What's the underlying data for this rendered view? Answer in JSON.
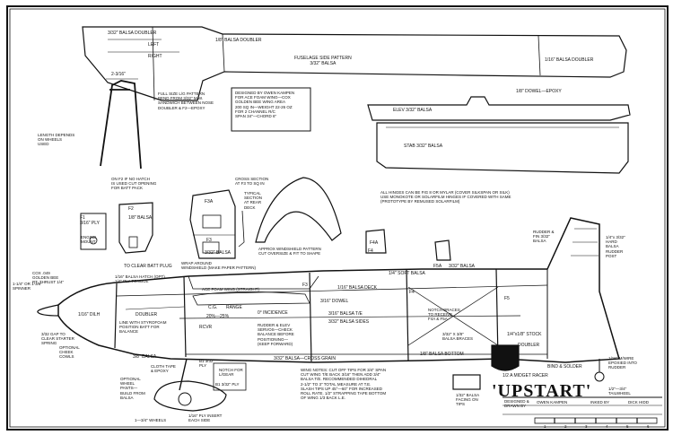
{
  "title": "'UPSTART'",
  "subtitle": "1/2 A MIDGET RACER",
  "credits": {
    "designed_label": "DESIGNED & DRAWN BY",
    "designer": "OWEN KAMPEN",
    "inked_label": "INKED BY",
    "inker": "DICK HIDD"
  },
  "labels": {
    "balsa_doubler_top": "3/32\" BALSA DOUBLER",
    "left": "LEFT",
    "right": "RIGHT",
    "balsa_doubler_mid": "1/8\" BALSA DOUBLER",
    "fuselage_side": "FUSELAGE SIDE PATTERN\n3/32\" BALSA",
    "balsa_doubler_right": "1/16\" BALSA DOUBLER",
    "dim_2_3_16": "2-3/16\"",
    "full_size_lg": "FULL SIZE L/G PATTERN\nBEND FROM 3/32\" M.W.\nSANDWICH BETWEEN NOSE\nDOUBLER & F2—EPOXY",
    "designed_box": "DESIGNED BY OWEN KAMPEN\nFOR ACE FOAM WING—COX\nGOLDEN BEE    WING AREA\n200 SQ IN—WEIGHT 22-26 OZ\nFOR 2 CHANNEL R/C\nSPAN 34\"—CHORD 6\"",
    "dowel_epoxy": "1/8\" DOWEL—EPOXY",
    "elev": "ELEV 3/32\" BALSA",
    "stab": "STAB 3/32\" BALSA",
    "length_depends": "LENGTH DEPENDS\nON WHEELS\nUSED",
    "f2_hatch": "ON F2 IF NO HATCH\nIS USED CUT OPENING\nFOR BATT PACK",
    "cross_section": "CROSS SECTION\nAT F3 TO SQ IN",
    "typical_section": "TYPICAL\nSECTION\nAT REAR\nDECK",
    "f3a": "F3A",
    "f3": "F3",
    "balsa_332": "3/32\" BALSA",
    "f2": "F2",
    "balsa_18": "1/8\" BALSA",
    "f1": "F1\n3/16\" PLY",
    "engine_mount": "ENGINE\nMOUNT",
    "clear_batt": "TO CLEAR BATT PLUG",
    "hinges_note": "ALL HINGES CAN BE FIG 8 OR MYLAR (COVER SILKSPAN OR SILK)\nUSE MONOKOTE OR SOLARFILM HINGES IF COVERED WITH SAME\n(PROTOTYPE BY REMUSED SOLARFILM)",
    "windshield": "APPROX WINDSHIELD PATTERN\nCUT OVERSIZE & FIT TO SHAPE",
    "wrap_around": "WRAP AROUND\nWINDSHIELD (MAKE PAPER PATTERN)",
    "rudder_fin": "RUDDER &\nFIN 3/32\"\nBALSA",
    "hard_balsa": "1/4\"x 3/32\"\nHARD\nBALSA\nRUDDER\nPOST",
    "f4a": "F4A",
    "f4": "F4",
    "f5a": "F5A",
    "f5a_balsa": "3/32\" BALSA",
    "soft_balsa": "1/4\" SOFT BALSA",
    "cox_049": "COX .049\nGOLDEN BEE\nRT. THRUST 1/4\"",
    "spinner": "1-1/4\" OR 1-3/8\"\nSPINNER",
    "balsa_hatch": "1/16\" BALSA HATCH (OPT)\n1/4\" PLY TONGUE",
    "ace_foam": "ACE FOAM WING (STRAIGHT)",
    "balsa_deck": "1/16\" BALSA DECK",
    "f3_label": "F3",
    "dowel_316": "3/16\" DOWEL",
    "incidence": "0° INCIDENCE",
    "notch_braces": "NOTCH BRACES\nTO RECEIVE\nF4A & F5A",
    "f5": "F5",
    "dilh": "1/16\" DILH",
    "doubler": "DOUBLER",
    "cg": "C.G.",
    "range": "RANGE",
    "chord": "20%—25%",
    "balsa_te": "3/16\" BALSA T/E",
    "balsa_sides": "3/32\" BALSA SIDES",
    "stock_18": "1/4\"x1/8\" STOCK",
    "styrofoam": "LINE WITH STYROFOAM\nPOSITION BATT FOR\nBALANCE",
    "rcvr": "RCVR",
    "rudder_elev": "RUDDER & ELEV\nSERVOS—CHECK\nBALANCE BEFORE\nPOSITIONING—\n(KEEP FORWARD)",
    "balsa_braces": "3/32\" X 3/8\"\nBALSA BRACES",
    "doubler2": "DOUBLER",
    "bind_solder": "BIND & SOLDER",
    "gap_clear": "3/32 GAP TO\nCLEAR STARTER\nSPRING",
    "optional_cheek": "OPTIONAL\nCHEEK\nCOWLS",
    "balsa_38": "3/8\" BALSA",
    "cross_grain": "3/32\" BALSA—CROSS GRAIN",
    "balsa_bottom": "1/8\" BALSA BOTTOM",
    "mwire": "1/16\" M/WIRE\nEPOXIED INTO\nRUDDER",
    "tailwheel": "1/2\"—3/4\"\nTAILWHEEL",
    "cloth_tape": "CLOTH TAPE\n& EPOXY",
    "b_332": "B1 3/32\"\nPLY",
    "notch_for": "NOTCH FOR\nL/GEAR",
    "b1_ply": "B1 3/32\" PLY",
    "wing_notes": "WING NOTES: CUT OFF TIPS FOR 3/4\" SPAN\nCUT WING T/E BACK 3/16\" THEN ADD 3/4\"\nBALSA T/E. RECOMMENDED DIHEDRAL\n2-1/2\" TO 3\" TOTAL MEASURE AT T.E.\nSLASH TIPS UP 45°—60° FOR INCREASED\nROLL RATE. 1/2\" STRAPPING TAPE BOTTOM\nOF WING 1/3 BACK L.E.",
    "optional_wheel": "OPTIONAL\nWHEEL\nPANTS—\nBUILD FROM\nBALSA",
    "ply_insert": "1/16\" PLY INSERT\nEACH SIDE",
    "wheels": "1—3/4\" WHEELS",
    "facing_tips": "1/32\" BALSA\nFACING ON\nTIPS"
  },
  "scale": [
    "1",
    "2",
    "3",
    "4",
    "5",
    "6"
  ]
}
